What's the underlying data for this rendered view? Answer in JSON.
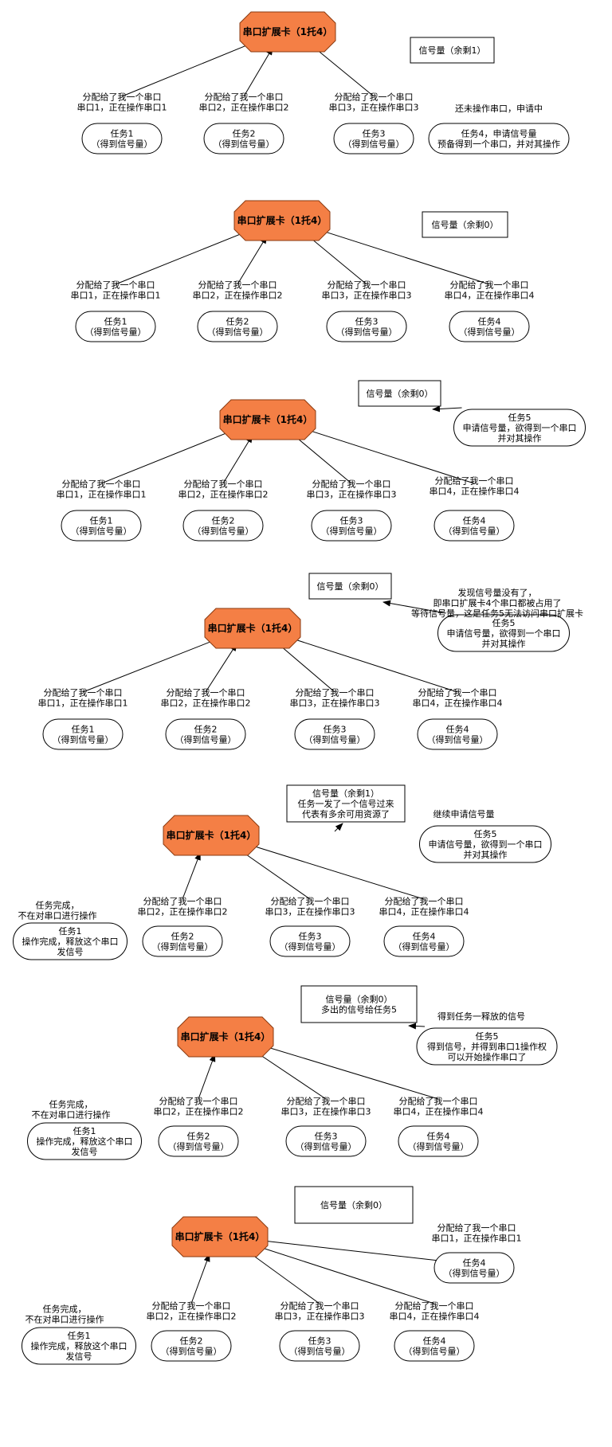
{
  "stages": [
    {
      "card": "串口扩展卡（1托4）",
      "semaphore": [
        "信号量（余剩1）"
      ],
      "tasks": [
        {
          "id": "task1",
          "lines": [
            "任务1",
            "（得到信号量）"
          ]
        },
        {
          "id": "task2",
          "lines": [
            "任务2",
            "（得到信号量）"
          ]
        },
        {
          "id": "task3",
          "lines": [
            "任务3",
            "（得到信号量）"
          ]
        },
        {
          "id": "task4",
          "lines": [
            "任务4，申请信号量",
            "预备得到一个串口，并对其操作"
          ]
        }
      ],
      "labels": [
        {
          "for": "task1",
          "lines": [
            "分配给了我一个串口",
            "串口1，正在操作串口1"
          ]
        },
        {
          "for": "task2",
          "lines": [
            "分配给了我一个串口",
            "串口2，正在操作串口2"
          ]
        },
        {
          "for": "task3",
          "lines": [
            "分配给了我一个串口",
            "串口3，正在操作串口3"
          ]
        },
        {
          "for": "task4",
          "lines": [
            "还未操作串口，申请中"
          ]
        }
      ]
    },
    {
      "card": "串口扩展卡（1托4）",
      "semaphore": [
        "信号量（余剩0）"
      ],
      "tasks": [
        {
          "id": "task1",
          "lines": [
            "任务1",
            "（得到信号量）"
          ]
        },
        {
          "id": "task2",
          "lines": [
            "任务2",
            "（得到信号量）"
          ]
        },
        {
          "id": "task3",
          "lines": [
            "任务3",
            "（得到信号量）"
          ]
        },
        {
          "id": "task4",
          "lines": [
            "任务4",
            "（得到信号量）"
          ]
        }
      ],
      "labels": [
        {
          "for": "task1",
          "lines": [
            "分配给了我一个串口",
            "串口1，正在操作串口1"
          ]
        },
        {
          "for": "task2",
          "lines": [
            "分配给了我一个串口",
            "串口2，正在操作串口2"
          ]
        },
        {
          "for": "task3",
          "lines": [
            "分配给了我一个串口",
            "串口3，正在操作串口3"
          ]
        },
        {
          "for": "task4",
          "lines": [
            "分配给了我一个串口",
            "串口4，正在操作串口4"
          ]
        }
      ]
    },
    {
      "card": "串口扩展卡（1托4）",
      "semaphore": [
        "信号量（余剩0）"
      ],
      "tasks": [
        {
          "id": "task1",
          "lines": [
            "任务1",
            "（得到信号量）"
          ]
        },
        {
          "id": "task2",
          "lines": [
            "任务2",
            "（得到信号量）"
          ]
        },
        {
          "id": "task3",
          "lines": [
            "任务3",
            "（得到信号量）"
          ]
        },
        {
          "id": "task4",
          "lines": [
            "任务4",
            "（得到信号量）"
          ]
        },
        {
          "id": "task5",
          "lines": [
            "任务5",
            "申请信号量，欲得到一个串口",
            "并对其操作"
          ]
        }
      ],
      "labels": [
        {
          "for": "task1",
          "lines": [
            "分配给了我一个串口",
            "串口1，正在操作串口1"
          ]
        },
        {
          "for": "task2",
          "lines": [
            "分配给了我一个串口",
            "串口2，正在操作串口2"
          ]
        },
        {
          "for": "task3",
          "lines": [
            "分配给了我一个串口",
            "串口3，正在操作串口3"
          ]
        },
        {
          "for": "task4",
          "lines": [
            "分配给了我一个串口",
            "串口4，正在操作串口4"
          ]
        }
      ]
    },
    {
      "card": "串口扩展卡（1托4）",
      "semaphore": [
        "信号量（余剩0）"
      ],
      "tasks": [
        {
          "id": "task1",
          "lines": [
            "任务1",
            "（得到信号量）"
          ]
        },
        {
          "id": "task2",
          "lines": [
            "任务2",
            "（得到信号量）"
          ]
        },
        {
          "id": "task3",
          "lines": [
            "任务3",
            "（得到信号量）"
          ]
        },
        {
          "id": "task4",
          "lines": [
            "任务4",
            "（得到信号量）"
          ]
        },
        {
          "id": "task5",
          "lines": [
            "任务5",
            "申请信号量，欲得到一个串口",
            "并对其操作"
          ]
        }
      ],
      "labels": [
        {
          "for": "task1",
          "lines": [
            "分配给了我一个串口",
            "串口1，正在操作串口1"
          ]
        },
        {
          "for": "task2",
          "lines": [
            "分配给了我一个串口",
            "串口2，正在操作串口2"
          ]
        },
        {
          "for": "task3",
          "lines": [
            "分配给了我一个串口",
            "串口3，正在操作串口3"
          ]
        },
        {
          "for": "task4",
          "lines": [
            "分配给了我一个串口",
            "串口4，正在操作串口4"
          ]
        },
        {
          "for": "task5",
          "lines": [
            "发现信号量没有了，",
            "即串口扩展卡4个串口都被占用了",
            "等待信号量，这是任务5无法访问串口扩展卡"
          ]
        }
      ]
    },
    {
      "card": "串口扩展卡（1托4）",
      "semaphore": [
        "信号量（余剩1）",
        "任务一发了一个信号过来",
        "代表有多余可用资源了"
      ],
      "tasks": [
        {
          "id": "task1",
          "lines": [
            "任务1",
            "操作完成，释放这个串口",
            "发信号"
          ]
        },
        {
          "id": "task2",
          "lines": [
            "任务2",
            "（得到信号量）"
          ]
        },
        {
          "id": "task3",
          "lines": [
            "任务3",
            "（得到信号量）"
          ]
        },
        {
          "id": "task4",
          "lines": [
            "任务4",
            "（得到信号量）"
          ]
        },
        {
          "id": "task5",
          "lines": [
            "任务5",
            "申请信号量，欲得到一个串口",
            "并对其操作"
          ]
        }
      ],
      "labels": [
        {
          "for": "task1",
          "lines": [
            "任务完成，",
            "不在对串口进行操作"
          ]
        },
        {
          "for": "task2",
          "lines": [
            "分配给了我一个串口",
            "串口2，正在操作串口2"
          ]
        },
        {
          "for": "task3",
          "lines": [
            "分配给了我一个串口",
            "串口3，正在操作串口3"
          ]
        },
        {
          "for": "task4",
          "lines": [
            "分配给了我一个串口",
            "串口4，正在操作串口4"
          ]
        },
        {
          "for": "task5",
          "lines": [
            "继续申请信号量"
          ]
        }
      ]
    },
    {
      "card": "串口扩展卡（1托4）",
      "semaphore": [
        "信号量（余剩0）",
        "多出的信号给任务5"
      ],
      "tasks": [
        {
          "id": "task1",
          "lines": [
            "任务1",
            "操作完成，释放这个串口",
            "发信号"
          ]
        },
        {
          "id": "task2",
          "lines": [
            "任务2",
            "（得到信号量）"
          ]
        },
        {
          "id": "task3",
          "lines": [
            "任务3",
            "（得到信号量）"
          ]
        },
        {
          "id": "task4",
          "lines": [
            "任务4",
            "（得到信号量）"
          ]
        },
        {
          "id": "task5",
          "lines": [
            "任务5",
            "得到信号，并得到串口1操作权",
            "可以开始操作串口了"
          ]
        }
      ],
      "labels": [
        {
          "for": "task1",
          "lines": [
            "任务完成，",
            "不在对串口进行操作"
          ]
        },
        {
          "for": "task2",
          "lines": [
            "分配给了我一个串口",
            "串口2，正在操作串口2"
          ]
        },
        {
          "for": "task3",
          "lines": [
            "分配给了我一个串口",
            "串口3，正在操作串口3"
          ]
        },
        {
          "for": "task4",
          "lines": [
            "分配给了我一个串口",
            "串口4，正在操作串口4"
          ]
        },
        {
          "for": "task5",
          "lines": [
            "得到任务一释放的信号"
          ]
        }
      ]
    },
    {
      "card": "串口扩展卡（1托4）",
      "semaphore": [
        "信号量（余剩0）"
      ],
      "tasks": [
        {
          "id": "task1",
          "lines": [
            "任务1",
            "操作完成，释放这个串口",
            "发信号"
          ]
        },
        {
          "id": "task2",
          "lines": [
            "任务2",
            "（得到信号量）"
          ]
        },
        {
          "id": "task3",
          "lines": [
            "任务3",
            "（得到信号量）"
          ]
        },
        {
          "id": "task4",
          "lines": [
            "任务4",
            "（得到信号量）"
          ]
        },
        {
          "id": "task5",
          "lines": [
            "任务4",
            "（得到信号量）"
          ]
        }
      ],
      "labels": [
        {
          "for": "task1",
          "lines": [
            "任务完成，",
            "不在对串口进行操作"
          ]
        },
        {
          "for": "task2",
          "lines": [
            "分配给了我一个串口",
            "串口2，正在操作串口2"
          ]
        },
        {
          "for": "task3",
          "lines": [
            "分配给了我一个串口",
            "串口3，正在操作串口3"
          ]
        },
        {
          "for": "task4",
          "lines": [
            "分配给了我一个串口",
            "串口4，正在操作串口4"
          ]
        },
        {
          "for": "task5",
          "lines": [
            "分配给了我一个串口",
            "串口1，正在操作串口1"
          ]
        }
      ]
    }
  ],
  "colors": {
    "card_fill": "#f47f45",
    "card_stroke": "#8a3a10",
    "stroke": "#000000",
    "background": "#ffffff"
  }
}
